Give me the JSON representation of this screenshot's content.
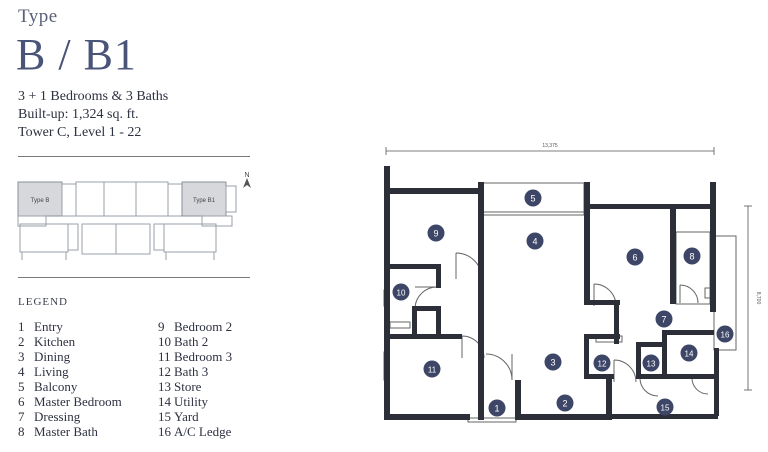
{
  "header": {
    "type_label": "Type",
    "unit_title": "B / B1",
    "spec_bedrooms": "3 + 1 Bedrooms & 3 Baths",
    "spec_builtup": "Built-up: 1,324 sq. ft.",
    "spec_tower": "Tower C, Level 1 - 22"
  },
  "keyplan": {
    "type_b": "Type B",
    "type_b1": "Type B1",
    "north": "N"
  },
  "legend": {
    "title": "LEGEND",
    "left": [
      {
        "num": "1",
        "label": "Entry"
      },
      {
        "num": "2",
        "label": "Kitchen"
      },
      {
        "num": "3",
        "label": "Dining"
      },
      {
        "num": "4",
        "label": "Living"
      },
      {
        "num": "5",
        "label": "Balcony"
      },
      {
        "num": "6",
        "label": "Master Bedroom"
      },
      {
        "num": "7",
        "label": "Dressing"
      },
      {
        "num": "8",
        "label": "Master Bath"
      }
    ],
    "right": [
      {
        "num": "9",
        "label": "Bedroom 2"
      },
      {
        "num": "10",
        "label": "Bath 2"
      },
      {
        "num": "11",
        "label": "Bedroom 3"
      },
      {
        "num": "12",
        "label": "Bath 3"
      },
      {
        "num": "13",
        "label": "Store"
      },
      {
        "num": "14",
        "label": "Utility"
      },
      {
        "num": "15",
        "label": "Yard"
      },
      {
        "num": "16",
        "label": "A/C Ledge"
      }
    ]
  },
  "plan": {
    "dim_width": "13,375",
    "dim_height": "8,700",
    "markers": [
      "1",
      "2",
      "3",
      "4",
      "5",
      "6",
      "7",
      "8",
      "9",
      "10",
      "11",
      "12",
      "13",
      "14",
      "15",
      "16"
    ],
    "marker_color": "#3d4667"
  }
}
